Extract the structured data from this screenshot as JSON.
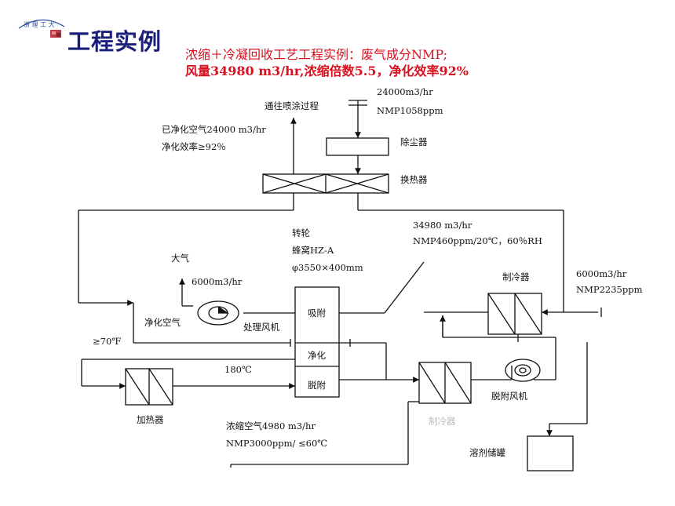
{
  "header": {
    "title": "工程实例",
    "subtitle_line1": "浓缩＋冷凝回收工艺工程实例：废气成分NMP;",
    "subtitle_line2": "风量34980 m3/hr,浓缩倍数5.5，净化效率92%"
  },
  "labels": {
    "to_spray": "通往喷涂过程",
    "inlet_flow": "24000m3/hr",
    "inlet_conc": "NMP1058ppm",
    "clean_air_flow": "已净化空气24000 m3/hr",
    "clean_eff": "净化效率≥92％",
    "dust_collector": "除尘器",
    "heat_exchanger": "换热器",
    "mix_flow": "34980 m3/hr",
    "mix_conc": "NMP460ppm/20℃，60％RH",
    "wheel": "转轮",
    "wheel_type": "蜂窝HZ-A",
    "wheel_size": "φ3550×400mm",
    "atmosphere": "大气",
    "exhaust_flow": "6000m3/hr",
    "purified_air": "净化空气",
    "process_fan": "处理风机",
    "temp_70": "≥70℉",
    "adsorb": "吸附",
    "purify": "净化",
    "desorb": "脱附",
    "temp_180": "180℃",
    "heater": "加热器",
    "concentrated_air": "浓缩空气4980 m3/hr",
    "conc_nmp": "NMP3000ppm/ ≤60℃",
    "cooler_top": "制冷器",
    "cooler_bottom": "制冷器",
    "recycle_flow": "6000m3/hr",
    "recycle_conc": "NMP2235ppm",
    "desorb_fan": "脱附风机",
    "solvent_tank": "溶剂储罐"
  },
  "colors": {
    "title": "#1a1f7a",
    "subtitle": "#d8101f",
    "line": "#111111"
  }
}
